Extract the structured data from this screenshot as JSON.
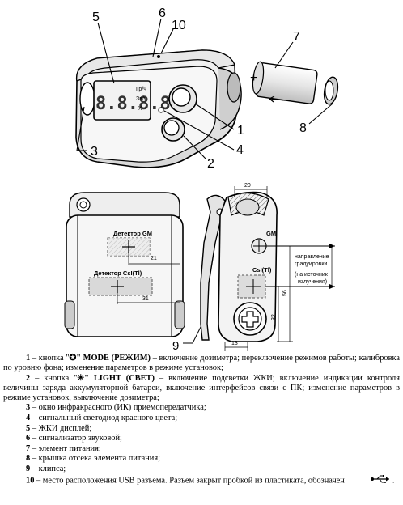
{
  "callouts": {
    "c1": "1",
    "c2": "2",
    "c3": "3",
    "c4": "4",
    "c5": "5",
    "c6": "6",
    "c7": "7",
    "c8": "8",
    "c9": "9",
    "c10": "10"
  },
  "display": {
    "digits": "8.8.8.8",
    "units_top": "Гр/ч",
    "units_mid": "Зв/ч",
    "units_bot": "%"
  },
  "detectors": {
    "gm_label": "Детектор GM",
    "csi_label": "Детектор CsI(Tl)",
    "gm_side_label": "GM",
    "csi_side_label": "CsI(Tl)"
  },
  "dimensions": {
    "d20": "20",
    "d21": "21",
    "d31": "31",
    "d56": "56",
    "d32": "32",
    "d13": "13"
  },
  "direction_note": {
    "line1": "направление",
    "line2": "градуировки",
    "line3": "(на источник",
    "line4": "излучения)"
  },
  "legend": {
    "item1_num": "1",
    "item1_key": "– кнопка \"",
    "item1_keyname": "\" MODE (РЕЖИМ)",
    "item1_text": " – включение дозиметра; переключение режимов работы; калибровка по уровню фона; изменение параметров в режиме установок;",
    "item2_num": "2",
    "item2_key": "– кнопка \"",
    "item2_keyname": "\" LIGHT (СВЕТ)",
    "item2_text": " – включение подсветки ЖКИ; включение индикации контроля величины заряда аккумуляторной батареи, включение интерфейсов связи с ПК; изменение параметров в режиме установок, выключение дозиметра;",
    "item3_num": "3",
    "item3_text": "– окно инфракрасного (ИК) приемопередатчика;",
    "item4_num": "4",
    "item4_text": "– сигнальный светодиод красного цвета;",
    "item5_num": "5",
    "item5_text": "– ЖКИ дисплей;",
    "item6_num": "6",
    "item6_text": "– сигнализатор звуковой;",
    "item7_num": "7",
    "item7_text": "– элемент питания;",
    "item8_num": "8",
    "item8_text": "– крышка отсека элемента питания;",
    "item9_num": "9",
    "item9_text": "– клипса;",
    "item10_num": "10",
    "item10_text": "– место расположения USB разъема. Разъем закрыт пробкой из пластиката, обозначен"
  }
}
